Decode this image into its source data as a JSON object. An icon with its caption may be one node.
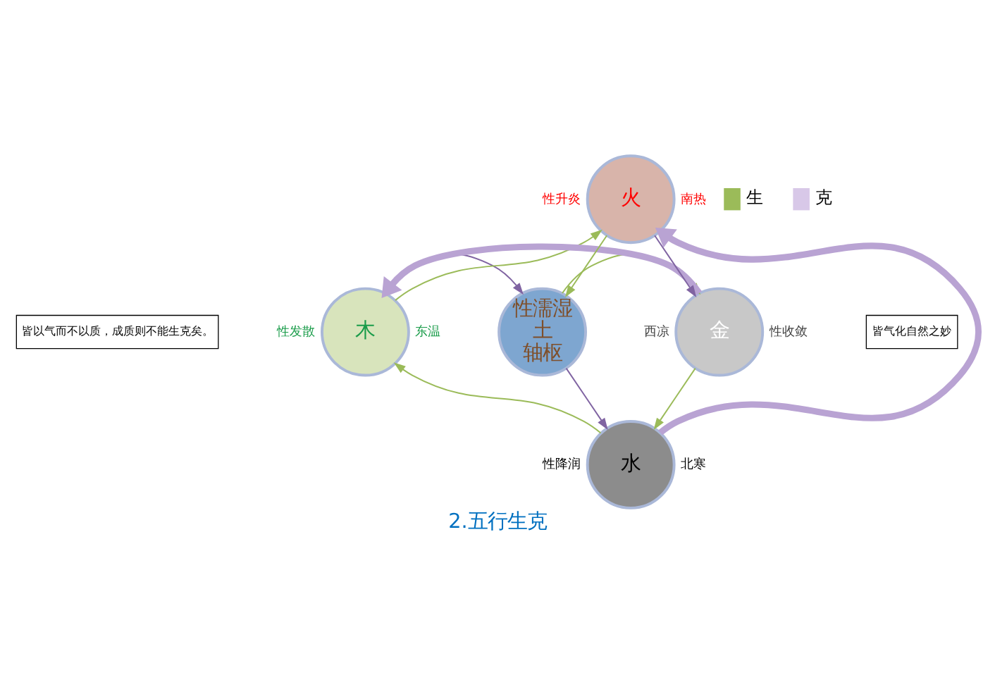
{
  "diagram": {
    "title": "2.五行生克",
    "nodes": [
      {
        "text": [
          "火"
        ],
        "beside": [
          "性升炎",
          "南热"
        ]
      },
      {
        "text": [
          "性濡湿",
          "土",
          "轴枢"
        ]
      },
      {
        "text": [
          "金"
        ],
        "beside": [
          "西凉",
          "性收敛"
        ]
      },
      {
        "text": [
          "水"
        ],
        "beside": [
          "性降润",
          "北寒"
        ]
      },
      {
        "text": [
          "木"
        ],
        "beside": [
          "性发散",
          "东温"
        ]
      },
      {
        "text": [
          "皆以气而不以质，成质则不能生克矣。"
        ]
      },
      {
        "text": [
          "皆气化自然之妙"
        ]
      }
    ],
    "edges": [
      {
        "from": 4,
        "to": 0,
        "arrow": "to",
        "color": "#9bbb59"
      },
      {
        "from": 0,
        "to": 1,
        "arrow": "to",
        "color": "#9bbb59"
      },
      {
        "from": 1,
        "to": 2,
        "arrow": "to",
        "color": "#9bbb59"
      },
      {
        "from": 2,
        "to": 3,
        "arrow": "to",
        "color": "#9bbb59"
      },
      {
        "from": 3,
        "to": 4,
        "arrow": "to",
        "color": "#9bbb59"
      },
      {
        "from": 4,
        "to": 1,
        "arrow": "to",
        "color": "#8064a2"
      },
      {
        "from": 1,
        "to": 3,
        "arrow": "to",
        "color": "#8064a2"
      },
      {
        "from": 0,
        "to": 2,
        "arrow": "to",
        "color": "#8064a2"
      },
      {
        "from": 3,
        "to": 0,
        "arrow": "to",
        "style": "thick",
        "color": "#b9a3d3"
      },
      {
        "from": 2,
        "to": 4,
        "arrow": "to",
        "style": "thick",
        "color": "#b9a3d3"
      }
    ],
    "legend": [
      {
        "text": "生"
      },
      {
        "text": "克"
      }
    ]
  }
}
